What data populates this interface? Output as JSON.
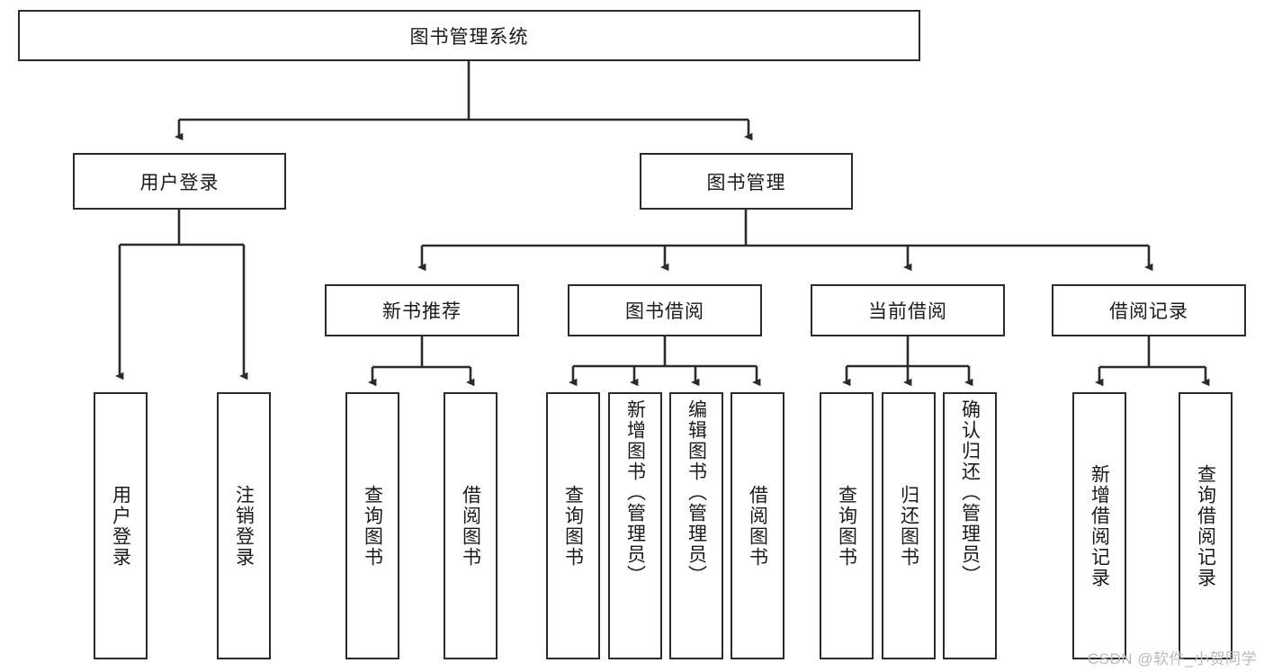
{
  "diagram": {
    "title": "图书管理系统",
    "type": "tree-hierarchy-chart",
    "root": {
      "id": "root",
      "label": "图书管理系统"
    },
    "level2": [
      {
        "id": "user-login",
        "label": "用户登录"
      },
      {
        "id": "book-management",
        "label": "图书管理"
      }
    ],
    "level3": [
      {
        "id": "new-book-recommend",
        "label": "新书推荐",
        "parent": "book-management"
      },
      {
        "id": "book-borrow",
        "label": "图书借阅",
        "parent": "book-management"
      },
      {
        "id": "current-borrow",
        "label": "当前借阅",
        "parent": "book-management"
      },
      {
        "id": "borrow-record",
        "label": "借阅记录",
        "parent": "book-management"
      }
    ],
    "leaves": [
      {
        "id": "leaf-user-login",
        "label": "用户登录",
        "parent": "user-login"
      },
      {
        "id": "leaf-logout-login",
        "label": "注销登录",
        "parent": "user-login"
      },
      {
        "id": "leaf-query-book-1",
        "label": "查询图书",
        "parent": "new-book-recommend"
      },
      {
        "id": "leaf-borrow-book-1",
        "label": "借阅图书",
        "parent": "new-book-recommend"
      },
      {
        "id": "leaf-query-book-2",
        "label": "查询图书",
        "parent": "book-borrow"
      },
      {
        "id": "leaf-add-book",
        "label": "新增图书（管理员）",
        "parent": "book-borrow"
      },
      {
        "id": "leaf-edit-book",
        "label": "编辑图书（管理员）",
        "parent": "book-borrow"
      },
      {
        "id": "leaf-borrow-book-2",
        "label": "借阅图书",
        "parent": "book-borrow"
      },
      {
        "id": "leaf-query-book-3",
        "label": "查询图书",
        "parent": "current-borrow"
      },
      {
        "id": "leaf-return-book",
        "label": "归还图书",
        "parent": "current-borrow"
      },
      {
        "id": "leaf-confirm-return",
        "label": "确认归还（管理员）",
        "parent": "current-borrow"
      },
      {
        "id": "leaf-add-record",
        "label": "新增借阅记录",
        "parent": "borrow-record"
      },
      {
        "id": "leaf-query-record",
        "label": "查询借阅记录",
        "parent": "borrow-record"
      }
    ],
    "colors": {
      "stroke": "#2b2b2b",
      "fill": "#ffffff",
      "text": "#1a1a1a",
      "watermark": "#b9b9b9"
    }
  },
  "watermark": {
    "text": "CSDN @软件_小贺同学"
  }
}
